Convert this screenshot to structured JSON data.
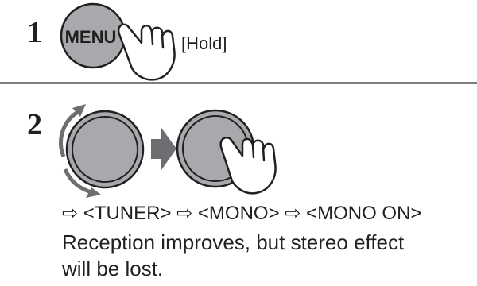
{
  "steps": [
    {
      "number": "1",
      "button_label": "MENU",
      "action_label": "[Hold]"
    },
    {
      "number": "2"
    }
  ],
  "menu_path": "⇨ <TUNER> ⇨ <MONO> ⇨ <MONO ON>",
  "description_lines": [
    "Reception improves, but stereo effect",
    "will be lost."
  ],
  "colors": {
    "button_fill": "#a7a9ac",
    "outline": "#231f20",
    "arrow": "#6d6e71",
    "divider": "#7f7f7f"
  },
  "icons": [
    "menu-button-icon",
    "pressing-hand-icon",
    "rotate-arrows-icon",
    "next-step-arrow-icon",
    "control-knob-icon"
  ]
}
